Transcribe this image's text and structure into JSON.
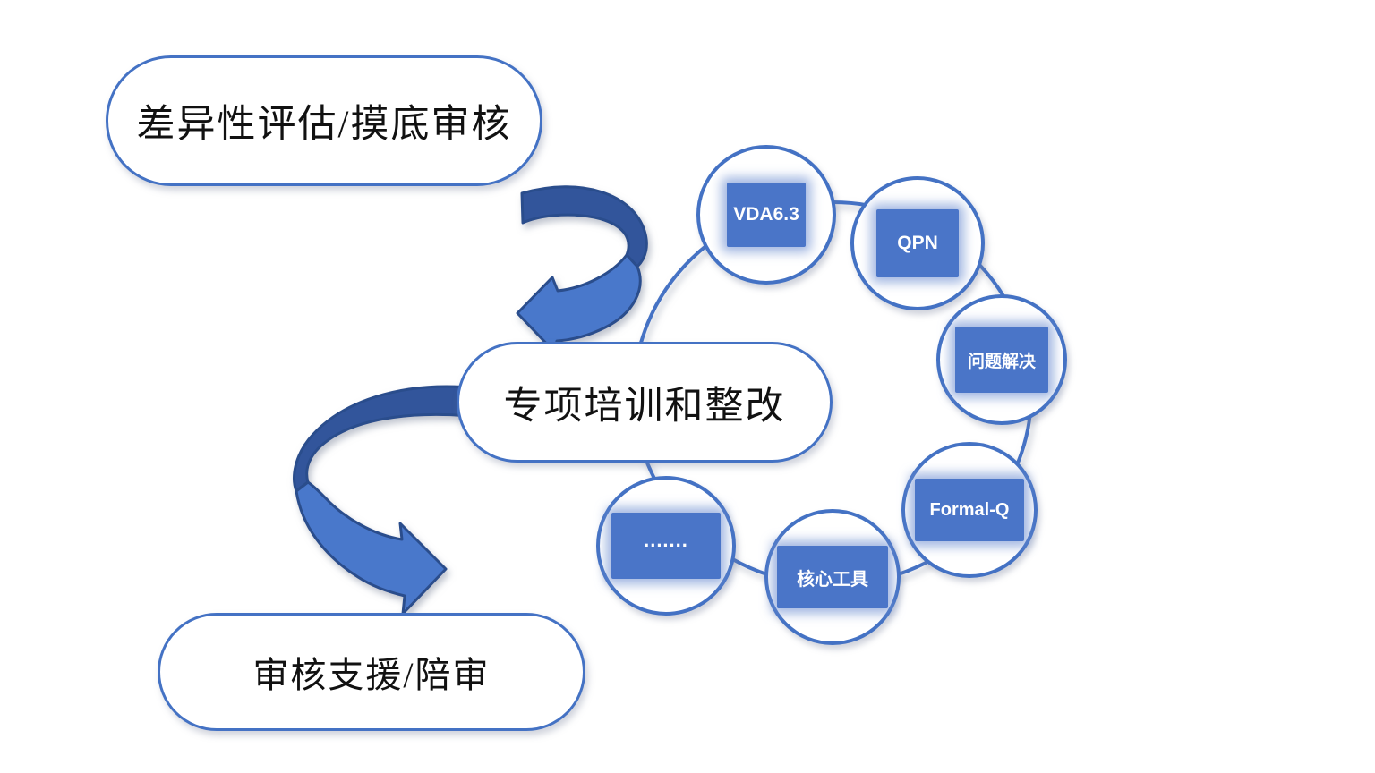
{
  "diagram": {
    "process_steps": [
      {
        "label": "差异性评估/摸底审核"
      },
      {
        "label": "专项培训和整改"
      },
      {
        "label": "审核支援/陪审"
      }
    ],
    "training_topics": [
      {
        "label": "VDA6.3"
      },
      {
        "label": "QPN"
      },
      {
        "label": "问题解决"
      },
      {
        "label": "Formal-Q"
      },
      {
        "label": "核心工具"
      },
      {
        "label": "......."
      }
    ],
    "colors": {
      "accent_blue": "#4472C4",
      "topic_fill": "#4A75C8",
      "arrow_dark": "#30549B",
      "arrow_light": "#4A78CB",
      "arrow_outline": "#2B4D8C",
      "text_dark": "#111111",
      "text_light": "#FFFFFF",
      "background": "#FFFFFF"
    }
  }
}
